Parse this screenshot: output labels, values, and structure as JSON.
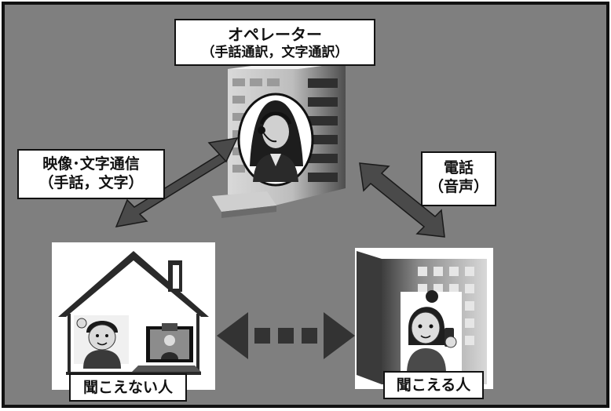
{
  "colors": {
    "background": "#7f7f7f",
    "frame": "#111111",
    "arrow": "#4a4a4a",
    "box": "#ffffff"
  },
  "operator": {
    "title": "オペレーター",
    "subtitle": "（手話通訳，文字通訳）"
  },
  "link_video": {
    "line1": "映像･文字通信",
    "line2": "（手話，文字）"
  },
  "link_phone": {
    "line1": "電話",
    "line2": "（音声）"
  },
  "deaf_person": {
    "label": "聞こえない人"
  },
  "hearing_person": {
    "label": "聞こえる人"
  },
  "icons": [
    "office-building-icon",
    "operator-headset-icon",
    "house-icon",
    "laptop-icon",
    "smartphone-icon",
    "double-arrow-icon",
    "dashed-double-arrow-icon"
  ]
}
